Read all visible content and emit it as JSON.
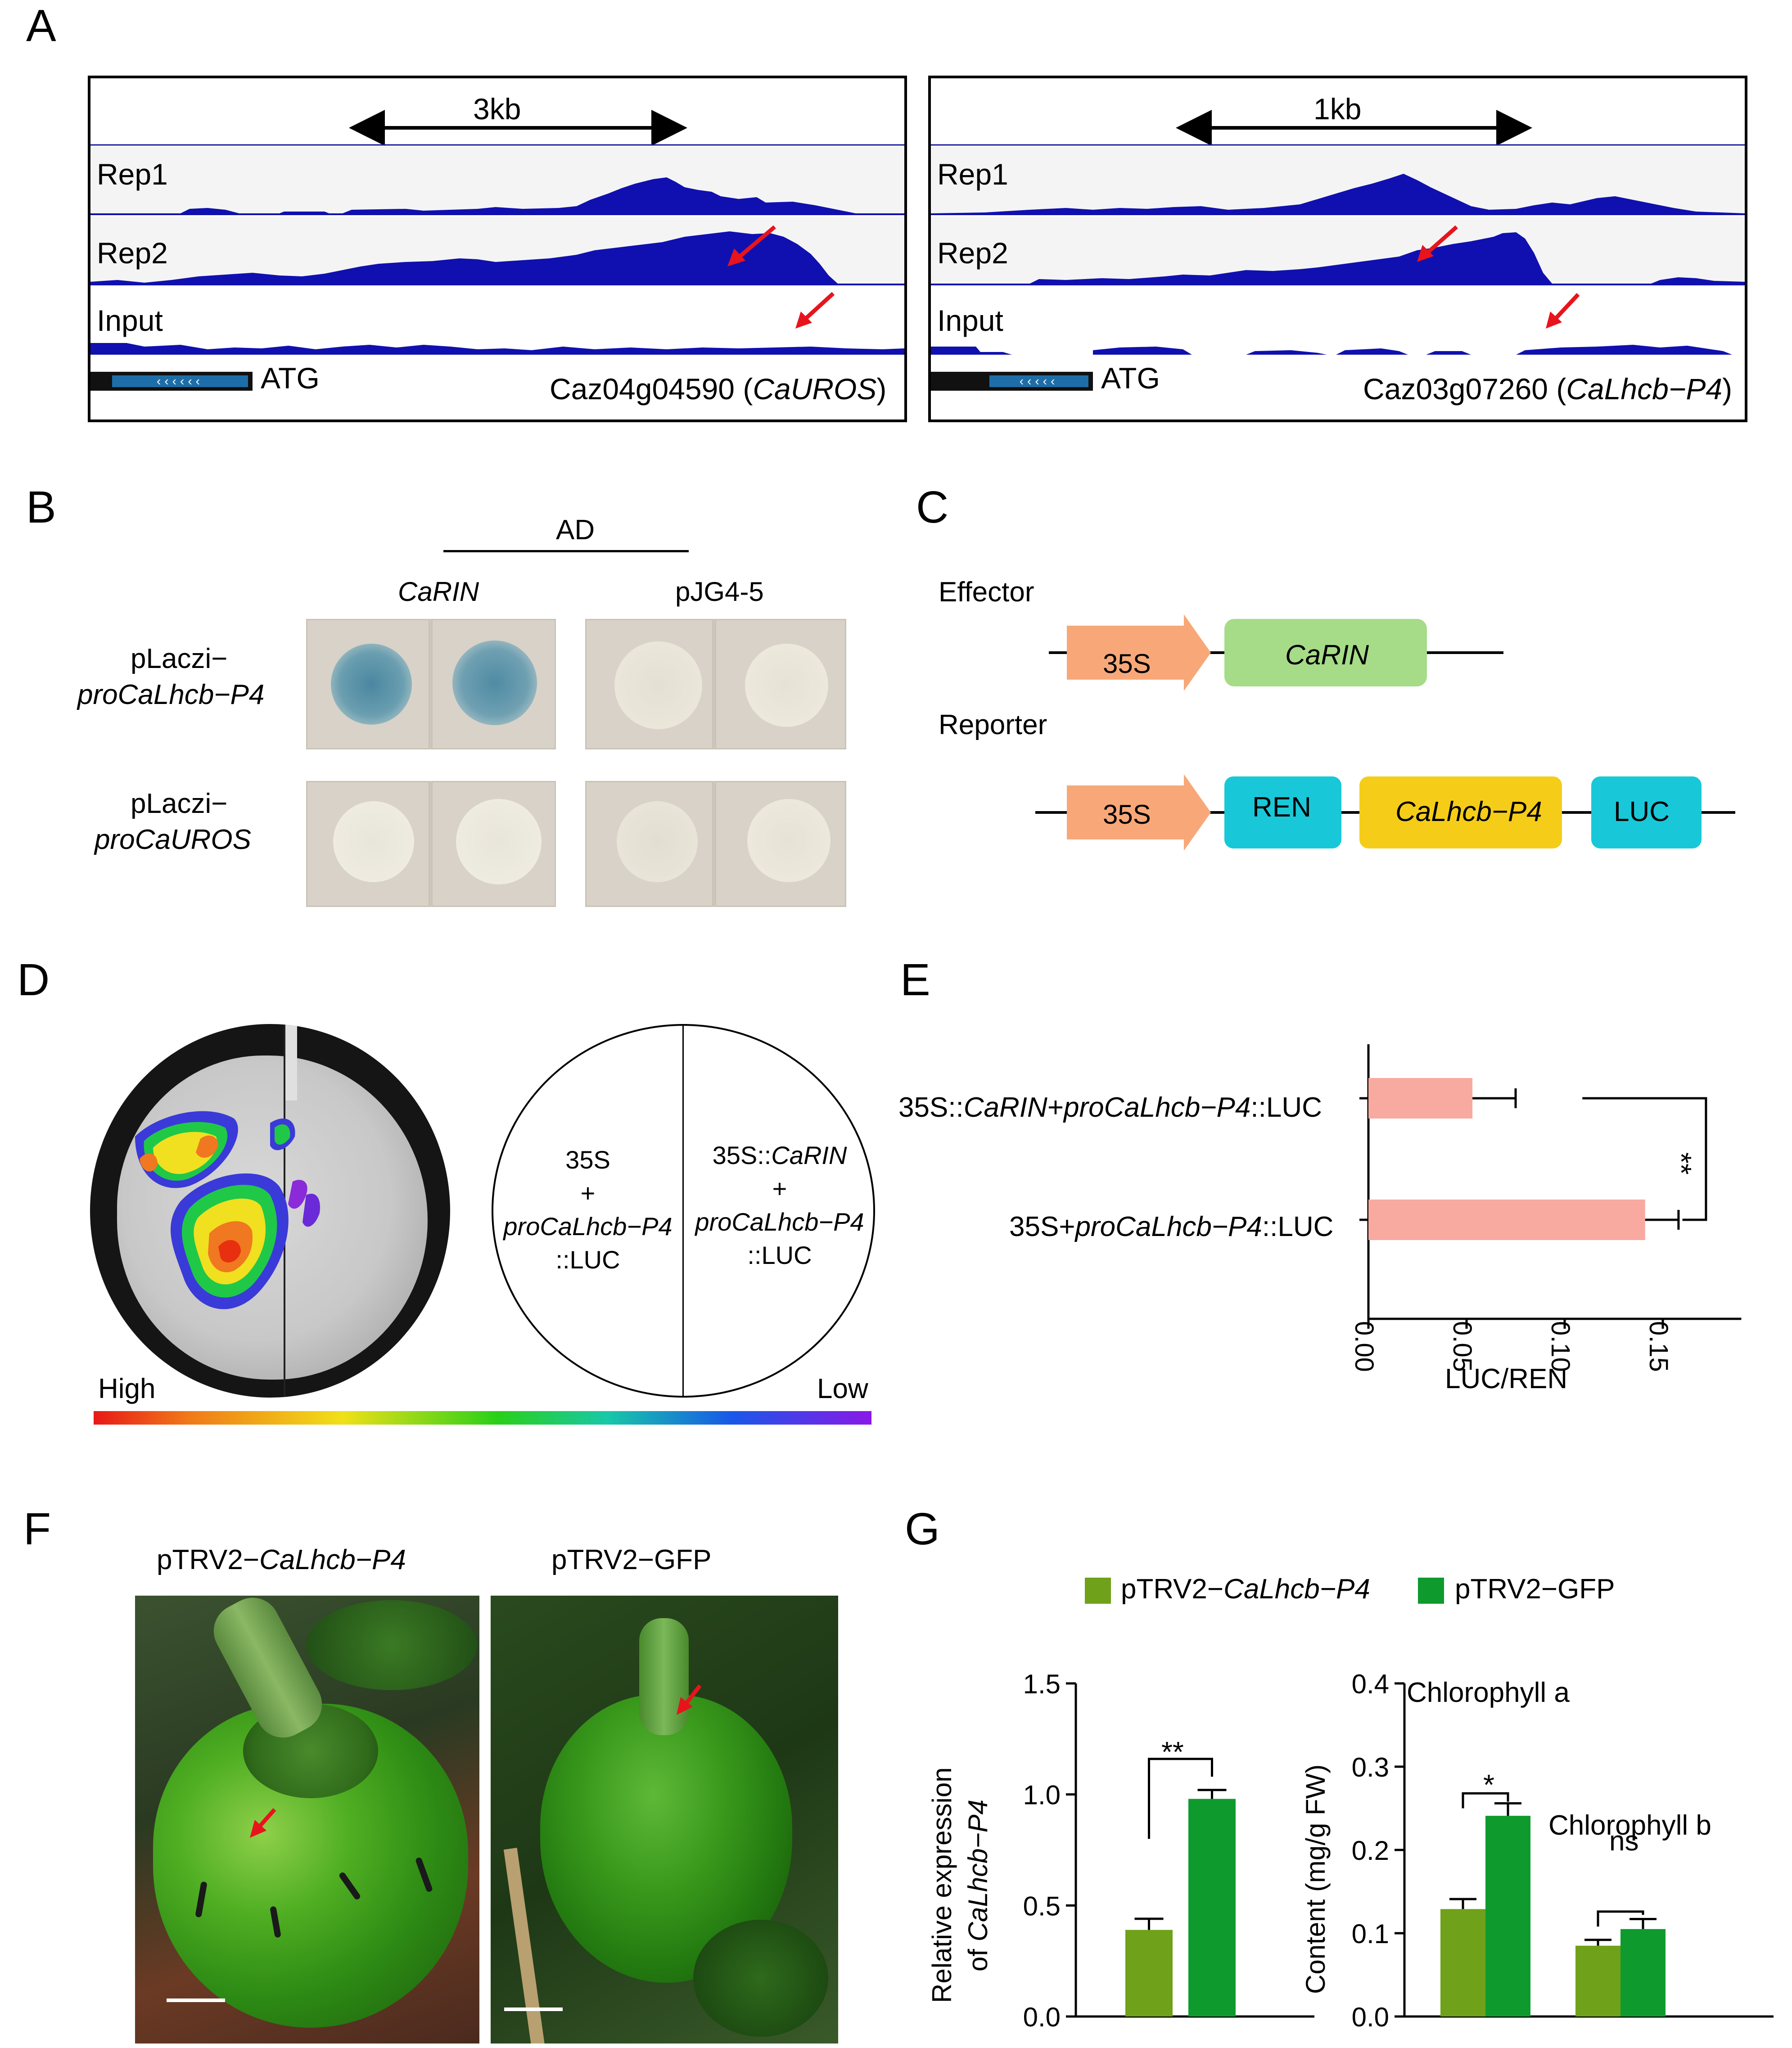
{
  "panels": {
    "A": "A",
    "B": "B",
    "C": "C",
    "D": "D",
    "E": "E",
    "F": "F",
    "G": "G"
  },
  "panelA": {
    "left": {
      "scale": "3kb",
      "tracks": [
        "Rep1",
        "Rep2",
        "Input"
      ],
      "atg": "ATG",
      "gene_id": "Caz04g04590",
      "gene_name": "CaUROS",
      "paren_open": "(",
      "paren_close": ")"
    },
    "right": {
      "scale": "1kb",
      "tracks": [
        "Rep1",
        "Rep2",
        "Input"
      ],
      "atg": "ATG",
      "gene_id": "Caz03g07260",
      "gene_name": "CaLhcb−P4",
      "paren_open": "(",
      "paren_close": ")"
    },
    "colors": {
      "signal": "#1010b0",
      "arrow": "#e8141c"
    }
  },
  "panelB": {
    "ad": "AD",
    "columns": [
      "CaRIN",
      "pJG4-5"
    ],
    "rows": [
      {
        "line1": "pLaczi−",
        "line2": "proCaLhcb−P4"
      },
      {
        "line1": "pLaczi−",
        "line2": "proCaUROS"
      }
    ]
  },
  "panelC": {
    "effector_label": "Effector",
    "reporter_label": "Reporter",
    "promoter": "35S",
    "effector_gene": "CaRIN",
    "reporter_parts": [
      "REN",
      "CaLhcb−P4",
      "LUC"
    ],
    "colors": {
      "promoter": "#f8a878",
      "effector": "#a6dc88",
      "cyan": "#18c8d8",
      "yellow": "#f5cd18"
    }
  },
  "panelD": {
    "left_lines": [
      "35S",
      "+",
      "proCaLhcb−P4",
      "::LUC"
    ],
    "right_lines": [
      "35S::",
      "CaRIN",
      "+",
      "proCaLhcb−P4",
      "::LUC"
    ],
    "high": "High",
    "low": "Low"
  },
  "panelE": {
    "label1": {
      "a": "35S::",
      "b": "CaRIN",
      "c": "+",
      "d": "proCaLhcb−P4",
      "e": "::LUC"
    },
    "label2": {
      "a": "35S+",
      "b": "proCaLhcb−P4",
      "c": "::LUC"
    },
    "sig": "**",
    "xlabel": "LUC/REN",
    "ticks": [
      "0.00",
      "0.05",
      "0.10",
      "0.15"
    ]
  },
  "panelF": {
    "labels": [
      "pTRV2−",
      "CaLhcb−P4",
      "pTRV2−GFP"
    ]
  },
  "panelG": {
    "legend": [
      {
        "prefix": "pTRV2−",
        "name": "CaLhcb−P4",
        "color": "#6fa11a"
      },
      {
        "prefix": "pTRV2−GFP",
        "name": "",
        "color": "#0f9a2e"
      }
    ],
    "left_ylabel_line1": "Relative expression",
    "left_ylabel_line2a": "of ",
    "left_ylabel_line2b": "CaLhcb−P4",
    "right_ylabel": "Content (mg/g FW)",
    "chlA": "Chlorophyll a",
    "chlB": "Chlorophyll b",
    "sig": {
      "left": "**",
      "chlA": "*",
      "chlB": "ns"
    },
    "left_ticks": [
      "0.0",
      "0.5",
      "1.0",
      "1.5"
    ],
    "right_ticks": [
      "0.0",
      "0.1",
      "0.2",
      "0.3",
      "0.4"
    ]
  },
  "chart_data": [
    {
      "type": "bar",
      "orientation": "horizontal",
      "categories": [
        "35S::CaRIN+proCaLhcb−P4::LUC",
        "35S+proCaLhcb−P4::LUC"
      ],
      "values": [
        0.053,
        0.141
      ],
      "errors": [
        0.022,
        0.017
      ],
      "xlabel": "LUC/REN",
      "xlim": [
        0,
        0.19
      ],
      "color": "#f8aaa0"
    },
    {
      "type": "bar",
      "categories": [
        ""
      ],
      "series": [
        {
          "name": "pTRV2−CaLhcb−P4",
          "values": [
            0.39
          ],
          "errors": [
            0.05
          ]
        },
        {
          "name": "pTRV2−GFP",
          "values": [
            0.98
          ],
          "errors": [
            0.04
          ]
        }
      ],
      "ylim": [
        0,
        1.5
      ]
    },
    {
      "type": "bar",
      "categories": [
        "Chlorophyll a",
        "Chlorophyll b"
      ],
      "series": [
        {
          "name": "pTRV2−CaLhcb−P4",
          "values": [
            0.129,
            0.085
          ],
          "errors": [
            0.012,
            0.007
          ]
        },
        {
          "name": "pTRV2−GFP",
          "values": [
            0.241,
            0.105
          ],
          "errors": [
            0.015,
            0.012
          ]
        }
      ],
      "ylim": [
        0,
        0.4
      ]
    }
  ]
}
